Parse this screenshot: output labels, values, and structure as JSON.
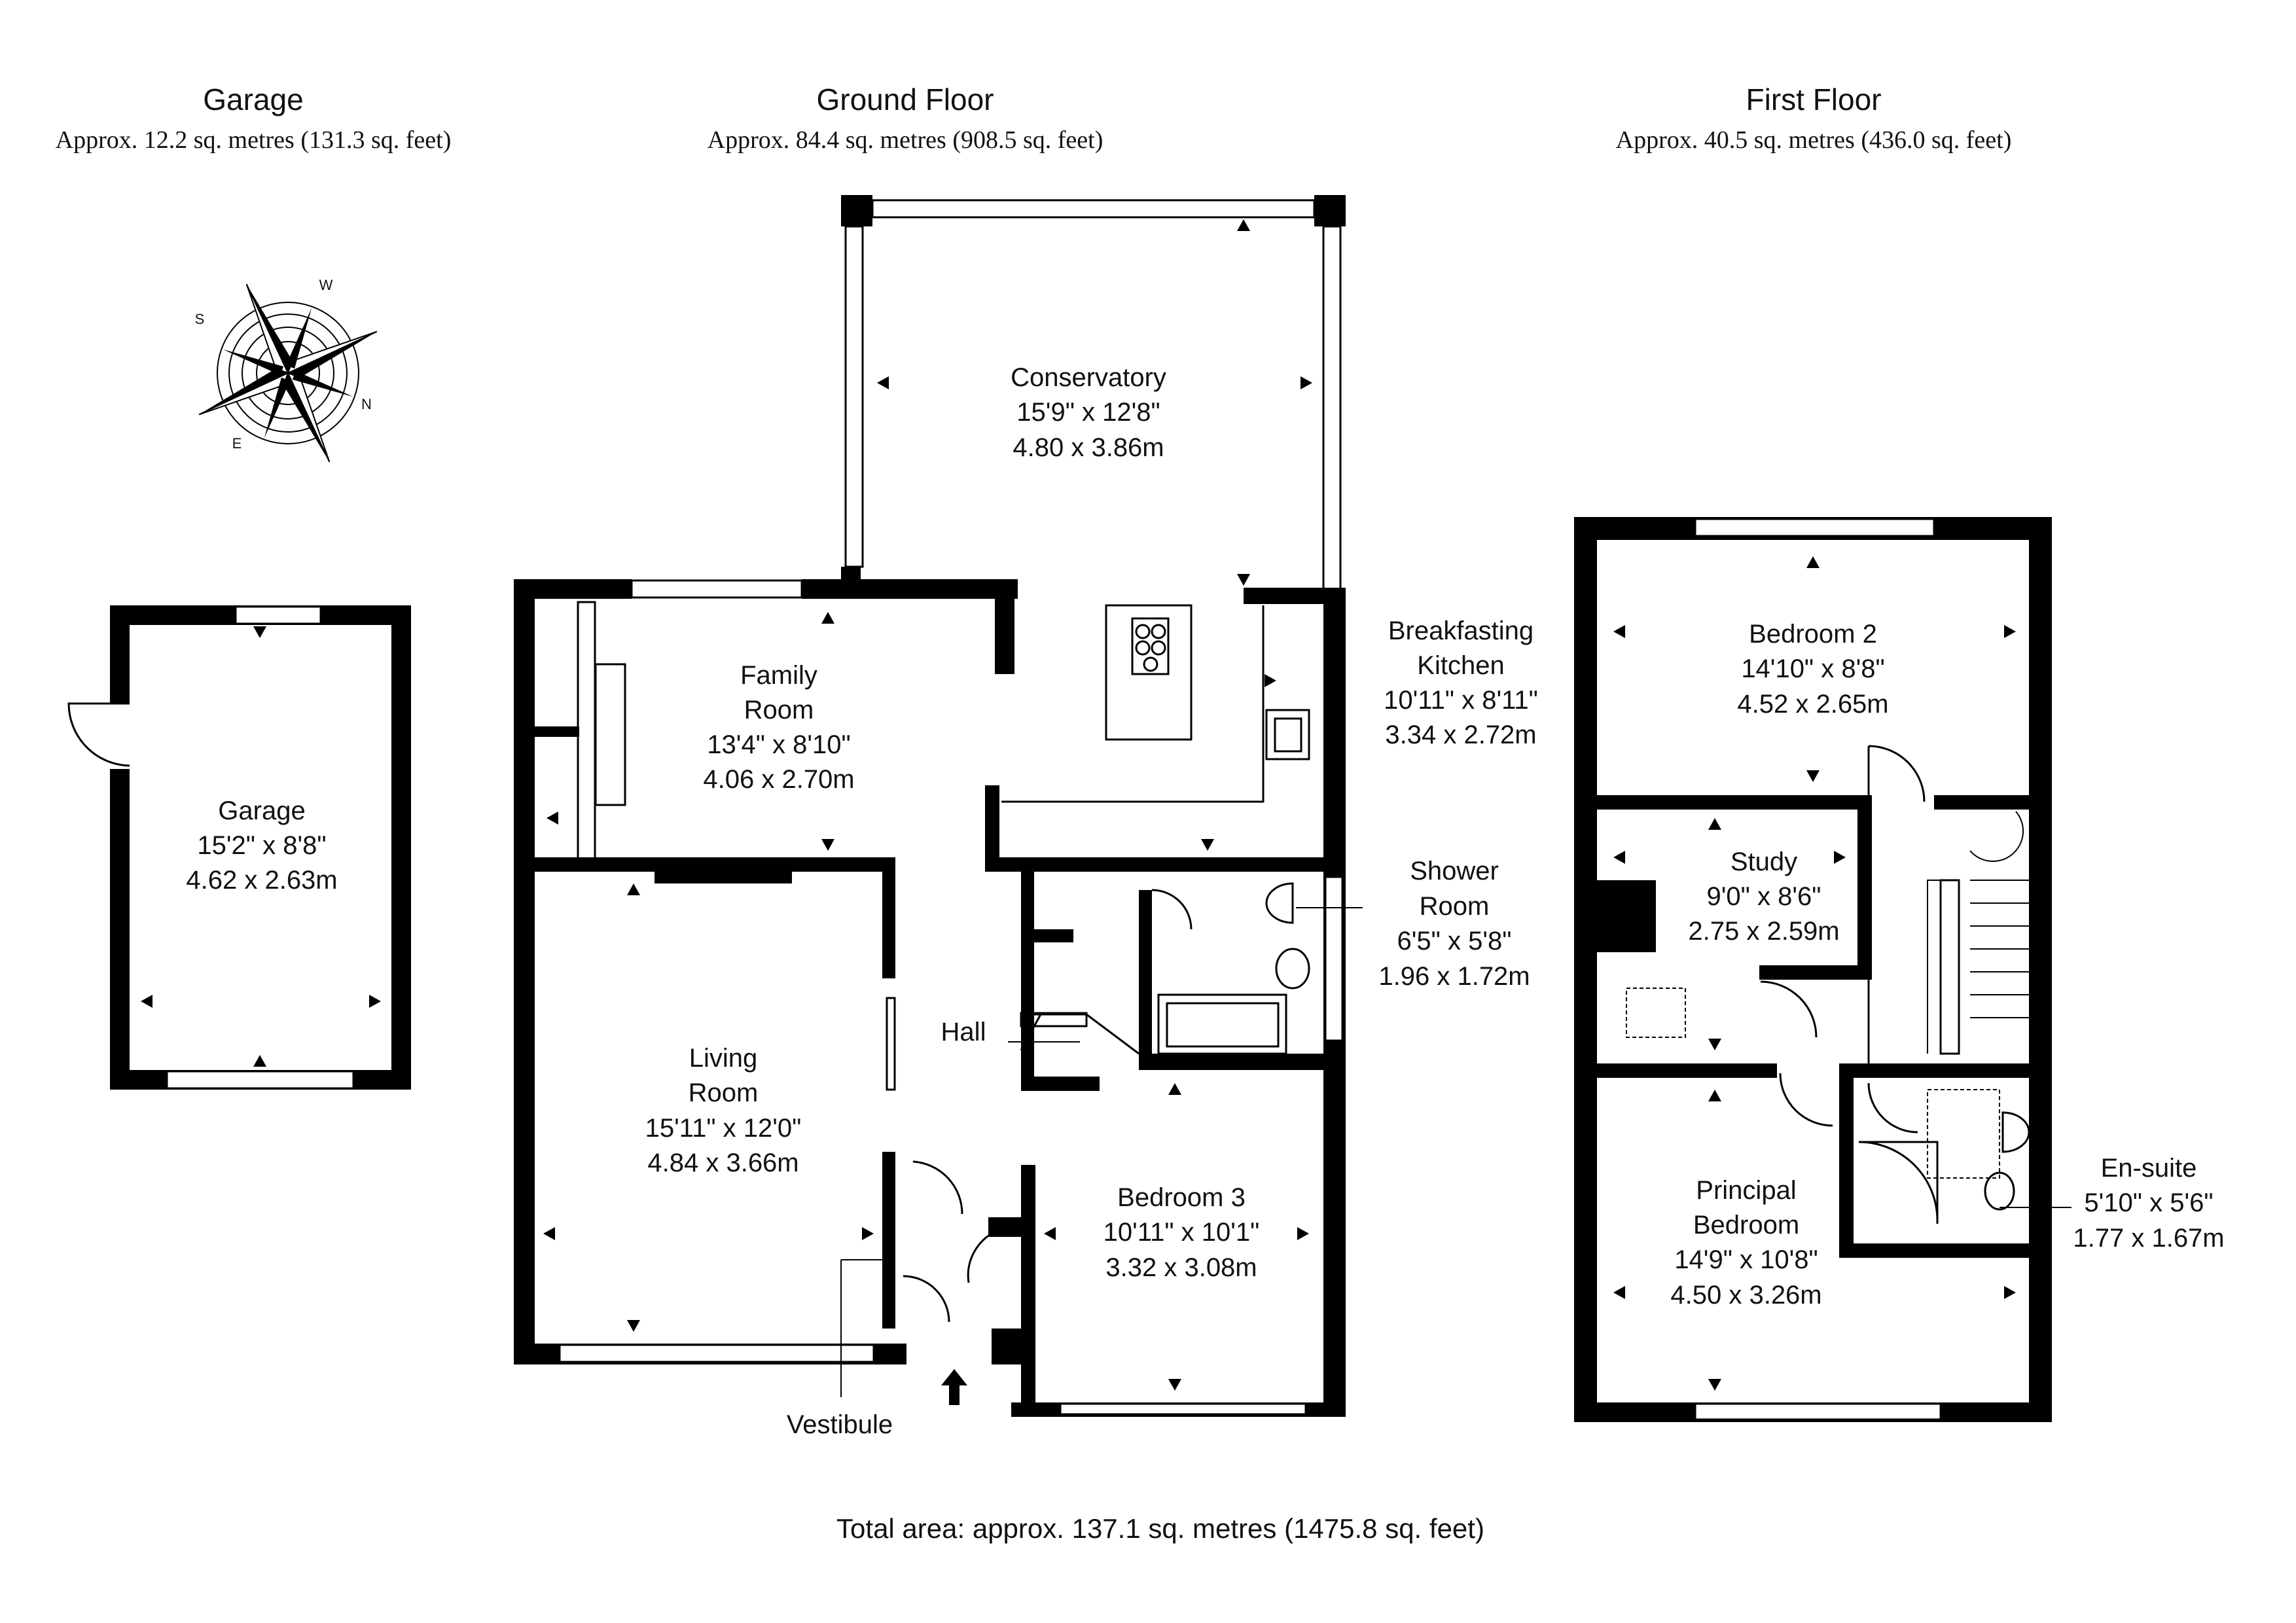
{
  "headers": {
    "garage": {
      "title": "Garage",
      "area": "Approx. 12.2 sq. metres (131.3 sq. feet)"
    },
    "ground": {
      "title": "Ground Floor",
      "area": "Approx. 84.4 sq. metres (908.5 sq. feet)"
    },
    "first": {
      "title": "First Floor",
      "area": "Approx. 40.5 sq. metres (436.0 sq. feet)"
    }
  },
  "rooms": {
    "garage": {
      "name": [
        "Garage"
      ],
      "imperial": "15'2\" x 8'8\"",
      "metric": "4.62 x 2.63m"
    },
    "conservatory": {
      "name": [
        "Conservatory"
      ],
      "imperial": "15'9\" x 12'8\"",
      "metric": "4.80 x 3.86m"
    },
    "family": {
      "name": [
        "Family",
        "Room"
      ],
      "imperial": "13'4\" x 8'10\"",
      "metric": "4.06 x 2.70m"
    },
    "kitchen": {
      "name": [
        "Breakfasting",
        "Kitchen"
      ],
      "imperial": "10'11\" x 8'11\"",
      "metric": "3.34 x 2.72m"
    },
    "shower": {
      "name": [
        "Shower",
        "Room"
      ],
      "imperial": "6'5\" x 5'8\"",
      "metric": "1.96 x 1.72m"
    },
    "hall": {
      "name": [
        "Hall"
      ]
    },
    "living": {
      "name": [
        "Living",
        "Room"
      ],
      "imperial": "15'11\" x 12'0\"",
      "metric": "4.84 x 3.66m"
    },
    "bedroom3": {
      "name": [
        "Bedroom 3"
      ],
      "imperial": "10'11\" x 10'1\"",
      "metric": "3.32 x 3.08m"
    },
    "vestibule": {
      "name": [
        "Vestibule"
      ]
    },
    "bedroom2": {
      "name": [
        "Bedroom 2"
      ],
      "imperial": "14'10\" x 8'8\"",
      "metric": "4.52 x 2.65m"
    },
    "study": {
      "name": [
        "Study"
      ],
      "imperial": "9'0\" x 8'6\"",
      "metric": "2.75 x 2.59m"
    },
    "principal": {
      "name": [
        "Principal",
        "Bedroom"
      ],
      "imperial": "14'9\" x 10'8\"",
      "metric": "4.50 x 3.26m"
    },
    "ensuite": {
      "name": [
        "En-suite"
      ],
      "imperial": "5'10\" x 5'6\"",
      "metric": "1.77 x 1.67m"
    }
  },
  "total_area": "Total area: approx. 137.1 sq. metres (1475.8 sq. feet)",
  "compass": {
    "icon": "compass-rose-icon",
    "letters": [
      "W",
      "N",
      "E",
      "S"
    ]
  },
  "colors": {
    "wall": "#000000",
    "background": "#ffffff",
    "text": "#111111"
  }
}
